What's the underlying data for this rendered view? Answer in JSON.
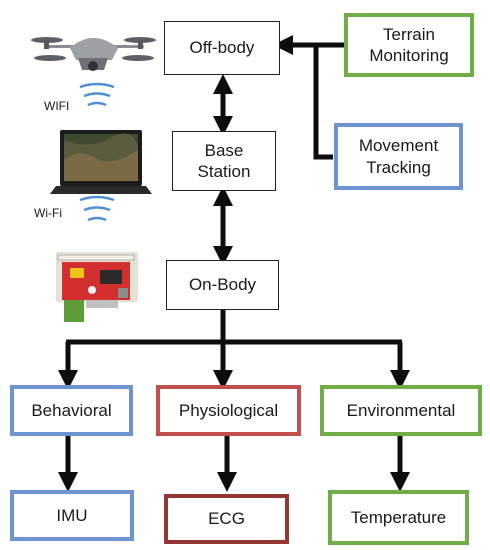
{
  "nodes": {
    "off_body": "Off-body",
    "base_station": "Base\nStation",
    "on_body": "On-Body",
    "terrain": "Terrain\nMonitoring",
    "movement": "Movement\nTracking",
    "behavioral": "Behavioral",
    "physiological": "Physiological",
    "environmental": "Environmental",
    "imu": "IMU",
    "ecg": "ECG",
    "temperature": "Temperature"
  },
  "captions": {
    "drone_link": "WIFI",
    "laptop_link": "Wi-Fi"
  },
  "colors": {
    "line": "#0d0d0d",
    "green": "#70ad47",
    "blue": "#6d94cf",
    "red": "#c0504d",
    "brown": "#943634",
    "wifi": "#4f8fd6"
  },
  "images": [
    "drone-photo",
    "laptop-photo",
    "circuit-board-photo"
  ]
}
